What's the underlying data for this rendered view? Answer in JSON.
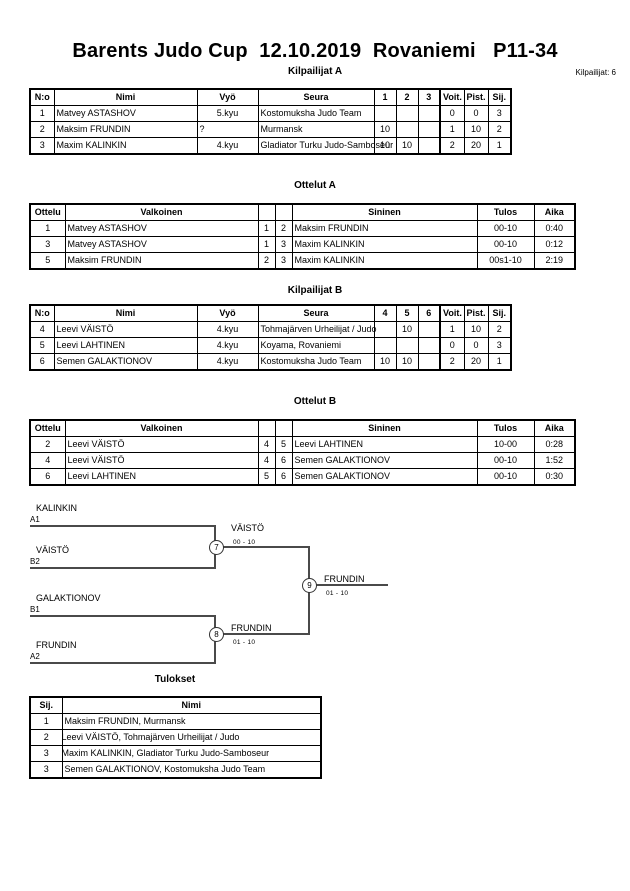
{
  "header": {
    "title": "Barents Judo Cup  12.10.2019  Rovaniemi   P11-34",
    "entrant_count_label": "Kilpailijat: 6"
  },
  "pool_a": {
    "caption": "Kilpailijat A",
    "columns": [
      "N:o",
      "Nimi",
      "Vyö",
      "Seura",
      "1",
      "2",
      "3",
      "Voit.",
      "Pist.",
      "Sij."
    ],
    "rows": [
      {
        "no": "1",
        "name": "Matvey ASTASHOV",
        "belt": "5.kyu",
        "club": "Kostomuksha Judo Team",
        "m1": "",
        "m2": "",
        "m3": "",
        "wins": "0",
        "points": "0",
        "rank": "3"
      },
      {
        "no": "2",
        "name": "Maksim FRUNDIN",
        "belt": "?",
        "club": "Murmansk",
        "m1": "10",
        "m2": "",
        "m3": "",
        "wins": "1",
        "points": "10",
        "rank": "2"
      },
      {
        "no": "3",
        "name": "Maxim KALINKIN",
        "belt": "4.kyu",
        "club": "Gladiator Turku Judo-Samboseur",
        "m1": "10",
        "m2": "10",
        "m3": "",
        "wins": "2",
        "points": "20",
        "rank": "1"
      }
    ]
  },
  "bouts_a": {
    "caption": "Ottelut A",
    "columns": [
      "Ottelu",
      "Valkoinen",
      "",
      "",
      "Sininen",
      "Tulos",
      "Aika"
    ],
    "rows": [
      {
        "bout": "1",
        "white": "Matvey ASTASHOV",
        "white_no": "1",
        "blue_no": "2",
        "blue": "Maksim FRUNDIN",
        "result": "00-10",
        "time": "0:40"
      },
      {
        "bout": "3",
        "white": "Matvey ASTASHOV",
        "white_no": "1",
        "blue_no": "3",
        "blue": "Maxim KALINKIN",
        "result": "00-10",
        "time": "0:12"
      },
      {
        "bout": "5",
        "white": "Maksim FRUNDIN",
        "white_no": "2",
        "blue_no": "3",
        "blue": "Maxim KALINKIN",
        "result": "00s1-10",
        "time": "2:19"
      }
    ]
  },
  "pool_b": {
    "caption": "Kilpailijat B",
    "columns": [
      "N:o",
      "Nimi",
      "Vyö",
      "Seura",
      "4",
      "5",
      "6",
      "Voit.",
      "Pist.",
      "Sij."
    ],
    "rows": [
      {
        "no": "4",
        "name": "Leevi VÄISTÖ",
        "belt": "4.kyu",
        "club": "Tohmajärven Urheilijat / Judo",
        "m4": "",
        "m5": "10",
        "m6": "",
        "wins": "1",
        "points": "10",
        "rank": "2"
      },
      {
        "no": "5",
        "name": "Leevi LAHTINEN",
        "belt": "4.kyu",
        "club": "Koyama, Rovaniemi",
        "m4": "",
        "m5": "",
        "m6": "",
        "wins": "0",
        "points": "0",
        "rank": "3"
      },
      {
        "no": "6",
        "name": "Semen GALAKTIONOV",
        "belt": "4.kyu",
        "club": "Kostomuksha Judo Team",
        "m4": "10",
        "m5": "10",
        "m6": "",
        "wins": "2",
        "points": "20",
        "rank": "1"
      }
    ]
  },
  "bouts_b": {
    "caption": "Ottelut B",
    "columns": [
      "Ottelu",
      "Valkoinen",
      "",
      "",
      "Sininen",
      "Tulos",
      "Aika"
    ],
    "rows": [
      {
        "bout": "2",
        "white": "Leevi VÄISTÖ",
        "white_no": "4",
        "blue_no": "5",
        "blue": "Leevi LAHTINEN",
        "result": "10-00",
        "time": "0:28"
      },
      {
        "bout": "4",
        "white": "Leevi VÄISTÖ",
        "white_no": "4",
        "blue_no": "6",
        "blue": "Semen GALAKTIONOV",
        "result": "00-10",
        "time": "1:52"
      },
      {
        "bout": "6",
        "white": "Leevi LAHTINEN",
        "white_no": "5",
        "blue_no": "6",
        "blue": "Semen GALAKTIONOV",
        "result": "00-10",
        "time": "0:30"
      }
    ]
  },
  "bracket": {
    "entries": [
      {
        "name": "KALINKIN",
        "seed": "A1"
      },
      {
        "name": "VÄISTÖ",
        "seed": "B2"
      },
      {
        "name": "GALAKTIONOV",
        "seed": "B1"
      },
      {
        "name": "FRUNDIN",
        "seed": "A2"
      }
    ],
    "matches": [
      {
        "number": "7",
        "winner": "VÄISTÖ",
        "score": "00 - 10"
      },
      {
        "number": "8",
        "winner": "FRUNDIN",
        "score": "01 - 10"
      },
      {
        "number": "9",
        "winner": "FRUNDIN",
        "score": "01 - 10"
      }
    ]
  },
  "results": {
    "caption": "Tulokset",
    "columns": [
      "Sij.",
      "Nimi"
    ],
    "rows": [
      {
        "rank": "1",
        "name": "Maksim FRUNDIN, Murmansk"
      },
      {
        "rank": "2",
        "name": "Leevi VÄISTÖ, Tohmajärven Urheilijat / Judo"
      },
      {
        "rank": "3",
        "name": "Maxim KALINKIN, Gladiator Turku Judo-Samboseur"
      },
      {
        "rank": "3",
        "name": "Semen GALAKTIONOV, Kostomuksha Judo Team"
      }
    ]
  }
}
